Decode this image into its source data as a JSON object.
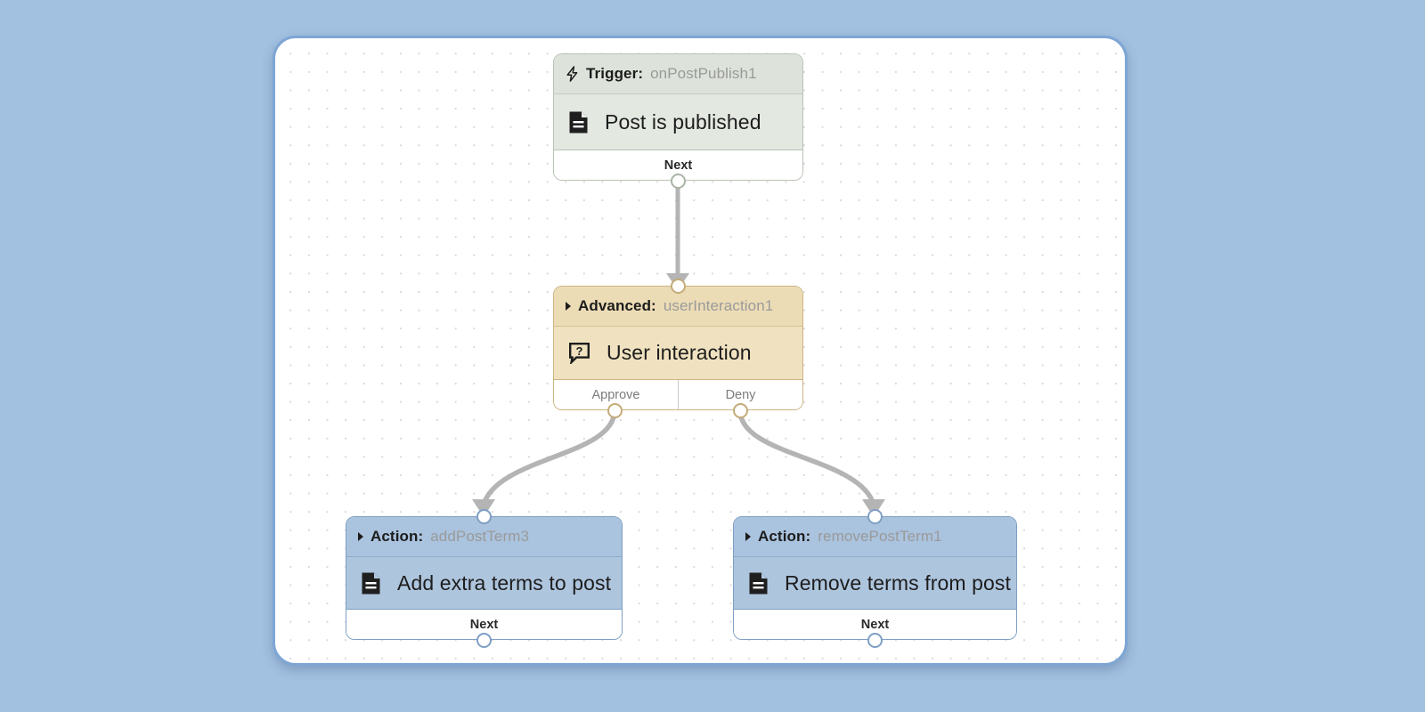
{
  "canvas": {
    "background_color": "#a2c0e0",
    "surface_color": "#ffffff",
    "border_color": "#7ea6d4",
    "dot_color": "#d9d9de"
  },
  "nodes": [
    {
      "key": "trigger",
      "kind_label": "Trigger:",
      "id_label": "onPostPublish1",
      "title": "Post is published",
      "icon": "document-icon",
      "head_icon": "lightning-bolt-icon",
      "accent_color": "#e3e8e0",
      "ports": [
        {
          "label": "Next",
          "name": "port-next"
        }
      ]
    },
    {
      "key": "advanced",
      "kind_label": "Advanced:",
      "id_label": "userInteraction1",
      "title": "User interaction",
      "icon": "question-speech-bubble-icon",
      "head_icon": "play-triangle-icon",
      "accent_color": "#f0e2c0",
      "ports": [
        {
          "label": "Approve",
          "name": "port-approve"
        },
        {
          "label": "Deny",
          "name": "port-deny"
        }
      ]
    },
    {
      "key": "action_add",
      "kind_label": "Action:",
      "id_label": "addPostTerm3",
      "title": "Add extra terms to post",
      "icon": "document-icon",
      "head_icon": "play-triangle-icon",
      "accent_color": "#aec5de",
      "ports": [
        {
          "label": "Next",
          "name": "port-next"
        }
      ]
    },
    {
      "key": "action_remove",
      "kind_label": "Action:",
      "id_label": "removePostTerm1",
      "title": "Remove terms from post",
      "icon": "document-icon",
      "head_icon": "play-triangle-icon",
      "accent_color": "#aec5de",
      "ports": [
        {
          "label": "Next",
          "name": "port-next"
        }
      ]
    }
  ],
  "edges": [
    {
      "name": "edge-trigger-to-advanced",
      "from": "trigger.Next",
      "to": "advanced.in",
      "color": "#b4b4b4"
    },
    {
      "name": "edge-approve-to-add",
      "from": "advanced.Approve",
      "to": "action_add.in",
      "color": "#b4b4b4"
    },
    {
      "name": "edge-deny-to-remove",
      "from": "advanced.Deny",
      "to": "action_remove.in",
      "color": "#b4b4b4"
    }
  ]
}
